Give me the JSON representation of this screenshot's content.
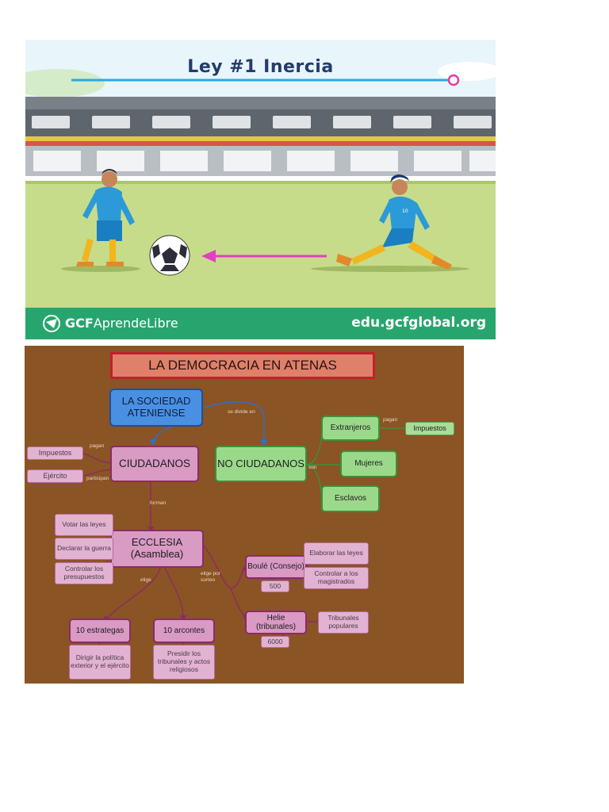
{
  "inertia_panel": {
    "title": "Ley #1  Inercia",
    "brand_bold": "GCF",
    "brand_light": "AprendeLibre",
    "url": "edu.gcfglobal.org",
    "jersey_number": "10",
    "colors": {
      "field": "#c7dc8a",
      "footer": "#27a56e",
      "title": "#243b6b",
      "arrow": "#e23fc4",
      "jersey": "#2c9ad8"
    },
    "icons": [
      "stadium-stands-illustration",
      "player-illustration",
      "soccer-ball-icon",
      "motion-arrow-icon",
      "gcf-logo-icon"
    ]
  },
  "concept_map": {
    "title": "LA DEMOCRACIA EN ATENAS",
    "nodes": {
      "sociedad": "LA SOCIEDAD ATENIENSE",
      "ciudadanos": "CIUDADANOS",
      "no_ciudadanos": "NO CIUDADANOS",
      "extranjeros": "Extranjeros",
      "impuestos_ext": "Impuestos",
      "mujeres": "Mujeres",
      "esclavos": "Esclavos",
      "impuestos": "Impuestos",
      "ejercito": "Ejército",
      "ecclesia": "ECCLESIA (Asamblea)",
      "votar": "Votar las leyes",
      "declarar": "Declarar la guerra",
      "controlar": "Controlar los presupuestos",
      "boule": "Boulé (Consejo)",
      "boule_num": "500",
      "elaborar": "Elaborar las leyes",
      "controlar_mag": "Controlar a los magistrados",
      "helie": "Helie (tribunales)",
      "helie_num": "6000",
      "tribunales": "Tribunales populares",
      "estrategas": "10 estrategas",
      "estrategas_desc": "Dirigir la política exterior y el ejército",
      "arcontes": "10 arcontes",
      "arcontes_desc": "Presidir los tribunales y actos religiosos"
    },
    "links": {
      "se_divide_en": "se divide en",
      "pagan_left": "pagan",
      "participan": "participan",
      "pagan_right": "pagan",
      "son": "son",
      "forman": "forman",
      "elige": "elige",
      "elige_por_sorteo": "elige por sorteo"
    },
    "colors": {
      "background": "#8a5424",
      "citizen_nodes": "#d99ac4",
      "non_citizen_nodes": "#9bd98a",
      "root_node": "#4a90e2",
      "title_box": "#e0806a"
    }
  }
}
